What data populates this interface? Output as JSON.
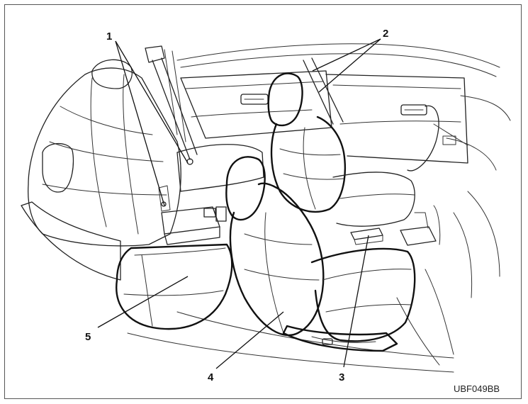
{
  "callouts": [
    {
      "id": "1",
      "label": "1"
    },
    {
      "id": "2",
      "label": "2"
    },
    {
      "id": "3",
      "label": "3"
    },
    {
      "id": "4",
      "label": "4"
    },
    {
      "id": "5",
      "label": "5"
    }
  ],
  "figure_code": "UBF049BB"
}
